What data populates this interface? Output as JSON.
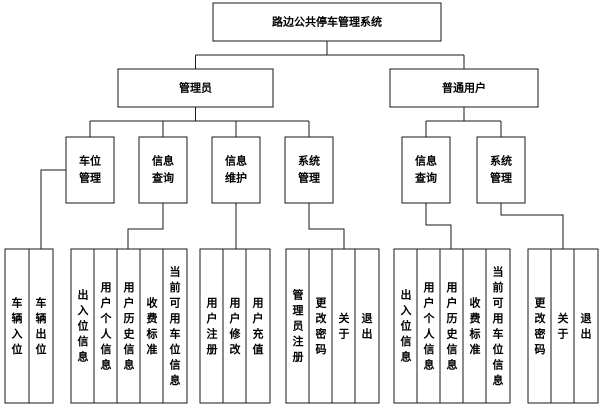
{
  "root": {
    "label": "路边公共停车管理系统"
  },
  "roles": [
    {
      "label": "管理员",
      "modules": [
        {
          "label": "车位管理",
          "items": [
            "车辆入位",
            "车辆出位"
          ]
        },
        {
          "label": "信息查询",
          "items": [
            "出入位信息",
            "用户个人信息",
            "用户历史信息",
            "收费标准",
            "当前可用车位信息"
          ]
        },
        {
          "label": "信息维护",
          "items": [
            "用户注册",
            "用户修改",
            "用户充值"
          ]
        },
        {
          "label": "系统管理",
          "items": [
            "管理员注册",
            "更改密码",
            "关于",
            "退出"
          ]
        }
      ]
    },
    {
      "label": "普通用户",
      "modules": [
        {
          "label": "信息查询",
          "items": [
            "出入位信息",
            "用户个人信息",
            "用户历史信息",
            "收费标准",
            "当前可用车位信息"
          ]
        },
        {
          "label": "系统管理",
          "items": [
            "更改密码",
            "关于",
            "退出"
          ]
        }
      ]
    }
  ]
}
